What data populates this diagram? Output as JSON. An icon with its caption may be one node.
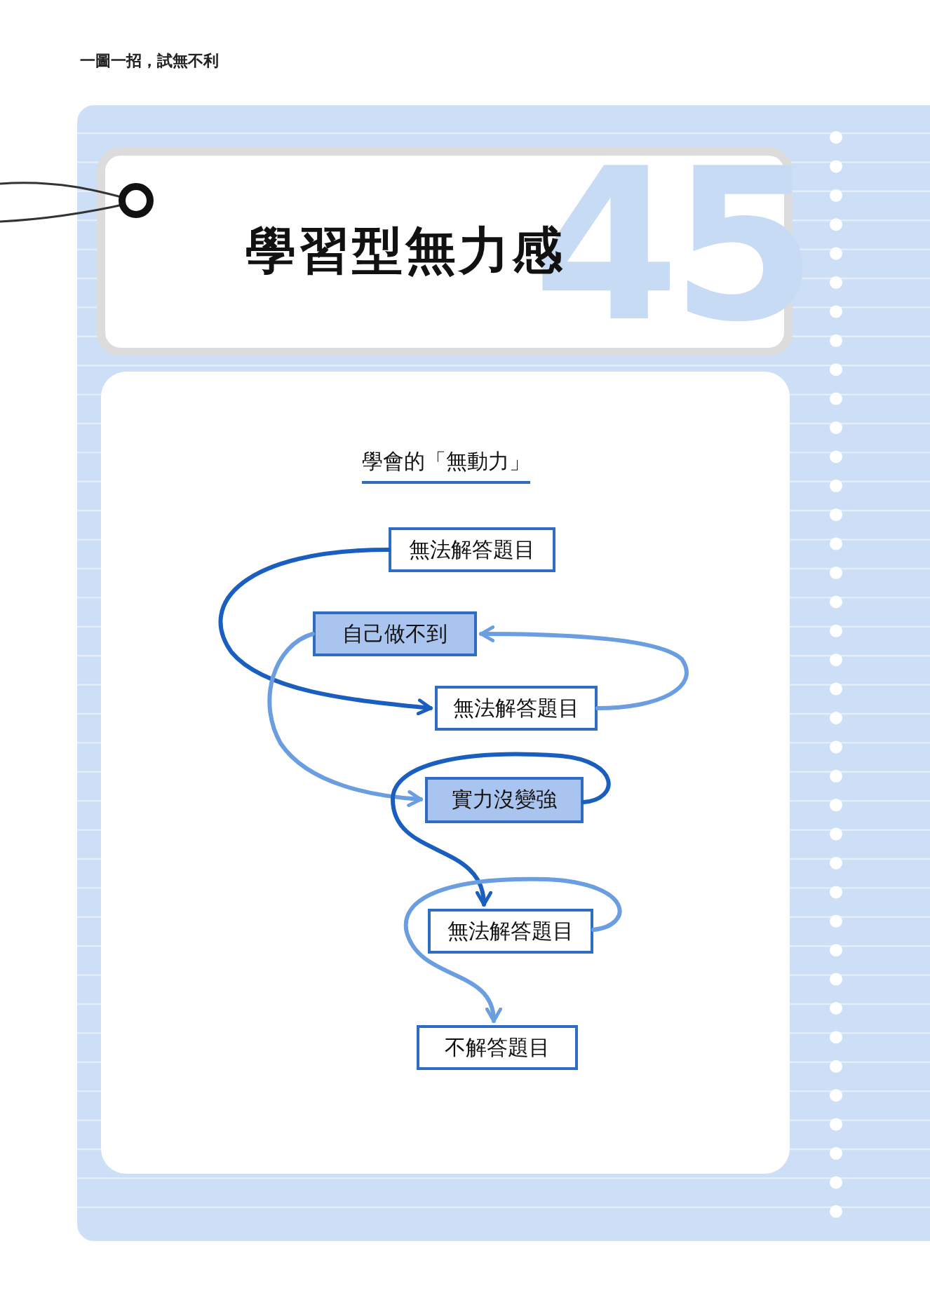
{
  "diagram": {
    "title": "學習型無力感",
    "nodes": [
      {
        "text": [
          "無法解答題目"
        ]
      },
      {
        "text": [
          "自己做不到"
        ]
      },
      {
        "text": [
          "無法解答題目"
        ]
      },
      {
        "text": [
          "實力沒變強"
        ]
      },
      {
        "text": [
          "無法解答題目"
        ]
      },
      {
        "text": [
          "不解答題目"
        ]
      }
    ],
    "edges": [
      {
        "from": 0,
        "to": 2,
        "arrow": "to",
        "color": "#1a5fbf"
      },
      {
        "from": 2,
        "to": 1,
        "arrow": "to"
      },
      {
        "from": 1,
        "to": 3,
        "arrow": "to"
      },
      {
        "from": 3,
        "to": 4,
        "arrow": "to",
        "color": "#1a5fbf"
      },
      {
        "from": 4,
        "to": 5,
        "arrow": "to"
      }
    ],
    "labels": [
      "一圖一招，試無不利",
      "45",
      "學會的「無動力」"
    ]
  }
}
